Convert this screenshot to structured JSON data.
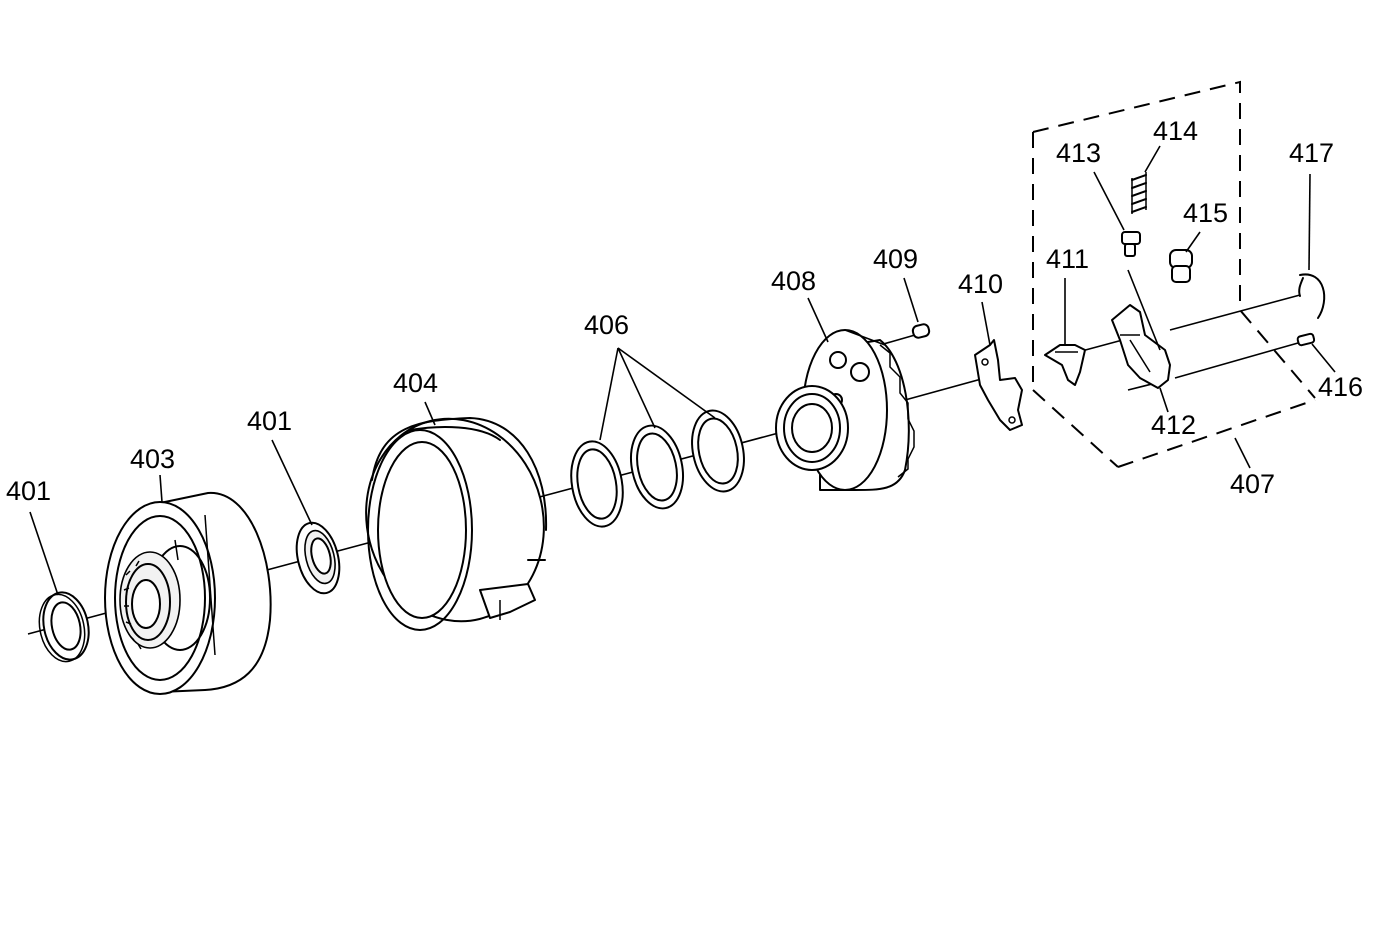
{
  "diagram": {
    "callouts": {
      "c401_left": "401",
      "c403": "403",
      "c401_mid": "401",
      "c404": "404",
      "c406": "406",
      "c408": "408",
      "c409": "409",
      "c410": "410",
      "c411": "411",
      "c413": "413",
      "c414": "414",
      "c415": "415",
      "c417": "417",
      "c416": "416",
      "c412": "412",
      "c407": "407"
    }
  }
}
